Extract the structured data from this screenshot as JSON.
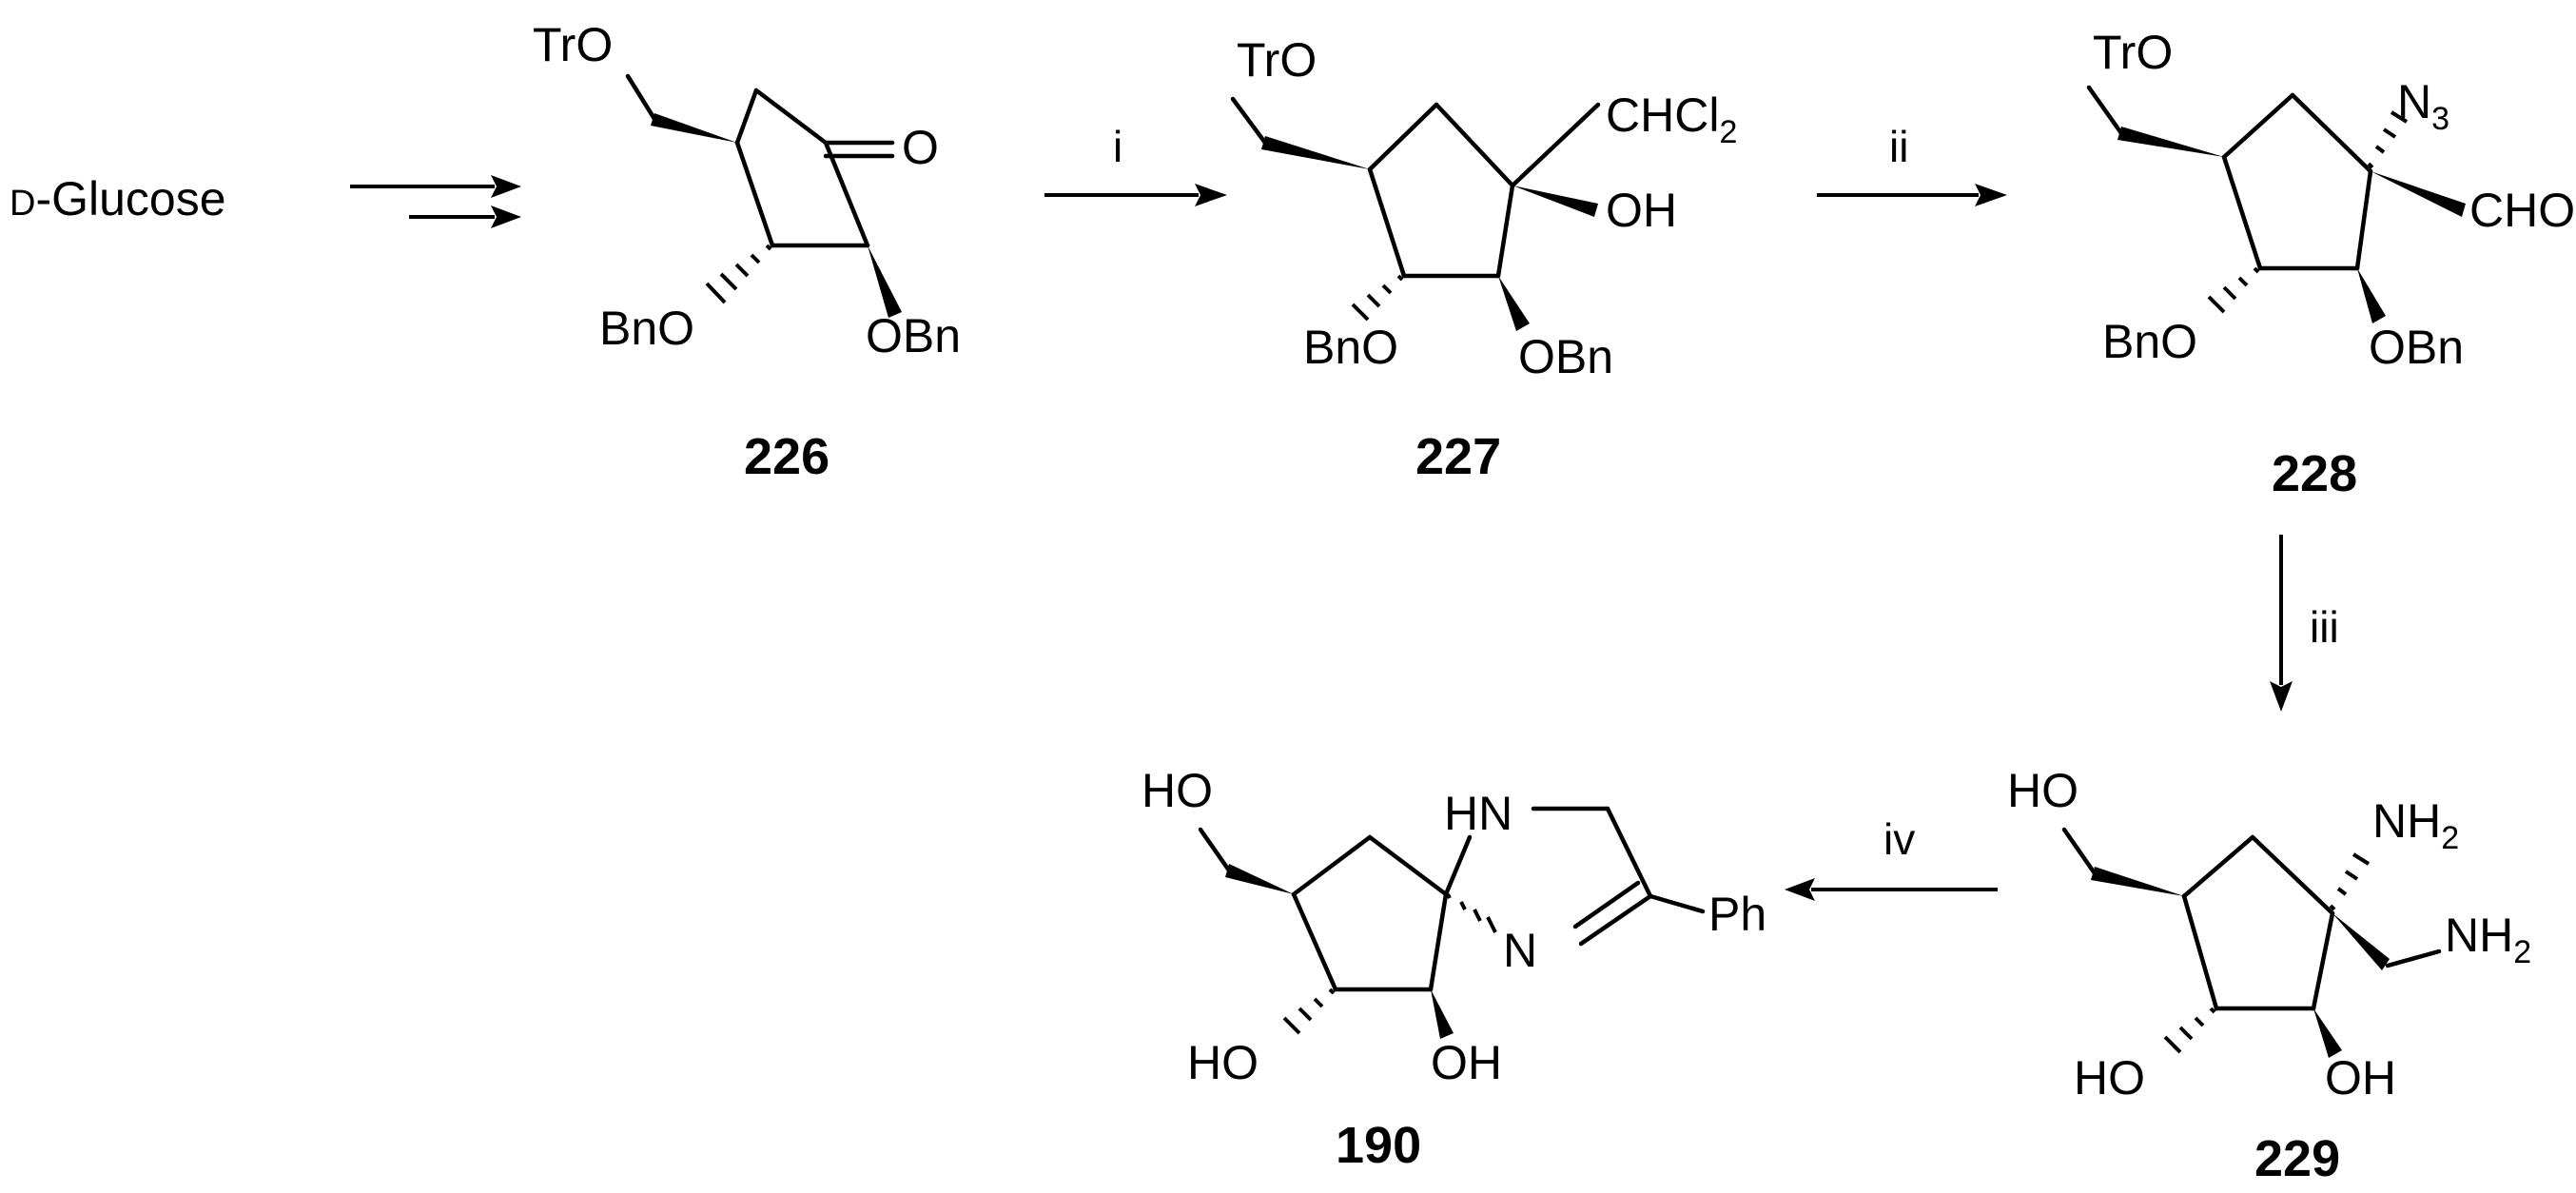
{
  "start": {
    "prefix": "D",
    "name": "-Glucose"
  },
  "reagents": {
    "i": "i",
    "ii": "ii",
    "iii": "iii",
    "iv": "iv"
  },
  "compounds": {
    "c226": {
      "label": "226",
      "atoms": {
        "tro": "TrO",
        "o": "O",
        "bno": "BnO",
        "obn": "OBn"
      }
    },
    "c227": {
      "label": "227",
      "atoms": {
        "tro": "TrO",
        "chcl": "CHCl",
        "sub2": "2",
        "oh": "OH",
        "bno": "BnO",
        "obn": "OBn"
      }
    },
    "c228": {
      "label": "228",
      "atoms": {
        "tro": "TrO",
        "n": "N",
        "sub3": "3",
        "cho": "CHO",
        "bno": "BnO",
        "obn": "OBn"
      }
    },
    "c229": {
      "label": "229",
      "atoms": {
        "ho": "HO",
        "nh": "NH",
        "sub2a": "2",
        "nh2": "NH",
        "sub2b": "2",
        "ho2": "HO",
        "oh": "OH"
      }
    },
    "c190": {
      "label": "190",
      "atoms": {
        "ho": "HO",
        "hn": "HN",
        "n": "N",
        "ph": "Ph",
        "ho2": "HO",
        "oh": "OH"
      }
    }
  }
}
